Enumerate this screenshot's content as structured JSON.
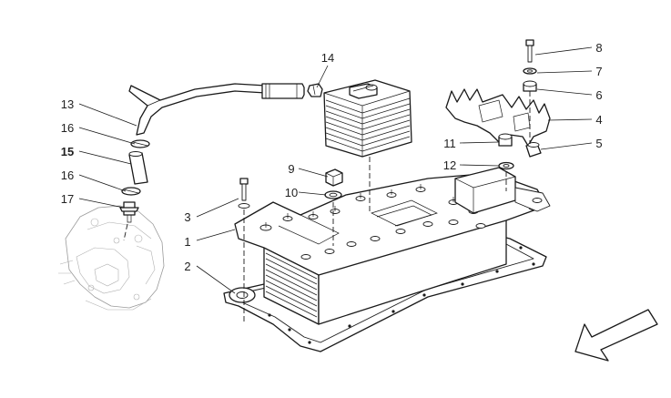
{
  "colors": {
    "ink": "#1a1a1a",
    "label": "#222222",
    "highlight": "#cc0000",
    "ghost": "#9a9a9a"
  },
  "callouts": [
    {
      "id": "c1",
      "label": "1",
      "highlight": false
    },
    {
      "id": "c2",
      "label": "2",
      "highlight": false
    },
    {
      "id": "c3",
      "label": "3",
      "highlight": false
    },
    {
      "id": "c4",
      "label": "4",
      "highlight": false
    },
    {
      "id": "c5",
      "label": "5",
      "highlight": false
    },
    {
      "id": "c6",
      "label": "6",
      "highlight": false
    },
    {
      "id": "c7",
      "label": "7",
      "highlight": false
    },
    {
      "id": "c8",
      "label": "8",
      "highlight": false
    },
    {
      "id": "c9",
      "label": "9",
      "highlight": false
    },
    {
      "id": "c10",
      "label": "10",
      "highlight": false
    },
    {
      "id": "c11",
      "label": "11",
      "highlight": false
    },
    {
      "id": "c12",
      "label": "12",
      "highlight": false
    },
    {
      "id": "c13",
      "label": "13",
      "highlight": false
    },
    {
      "id": "c14",
      "label": "14",
      "highlight": false
    },
    {
      "id": "c15",
      "label": "15",
      "highlight": true
    },
    {
      "id": "c16a",
      "label": "16",
      "highlight": false
    },
    {
      "id": "c16b",
      "label": "16",
      "highlight": false
    },
    {
      "id": "c17",
      "label": "17",
      "highlight": false
    }
  ],
  "icons": {
    "orientation_arrow": "direction-arrow-icon"
  }
}
